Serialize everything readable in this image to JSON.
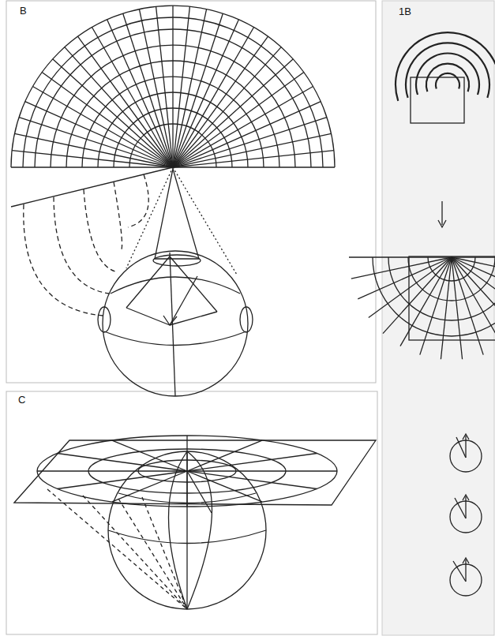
{
  "diagram": {
    "labels": [
      "B",
      "1B",
      "C"
    ]
  }
}
